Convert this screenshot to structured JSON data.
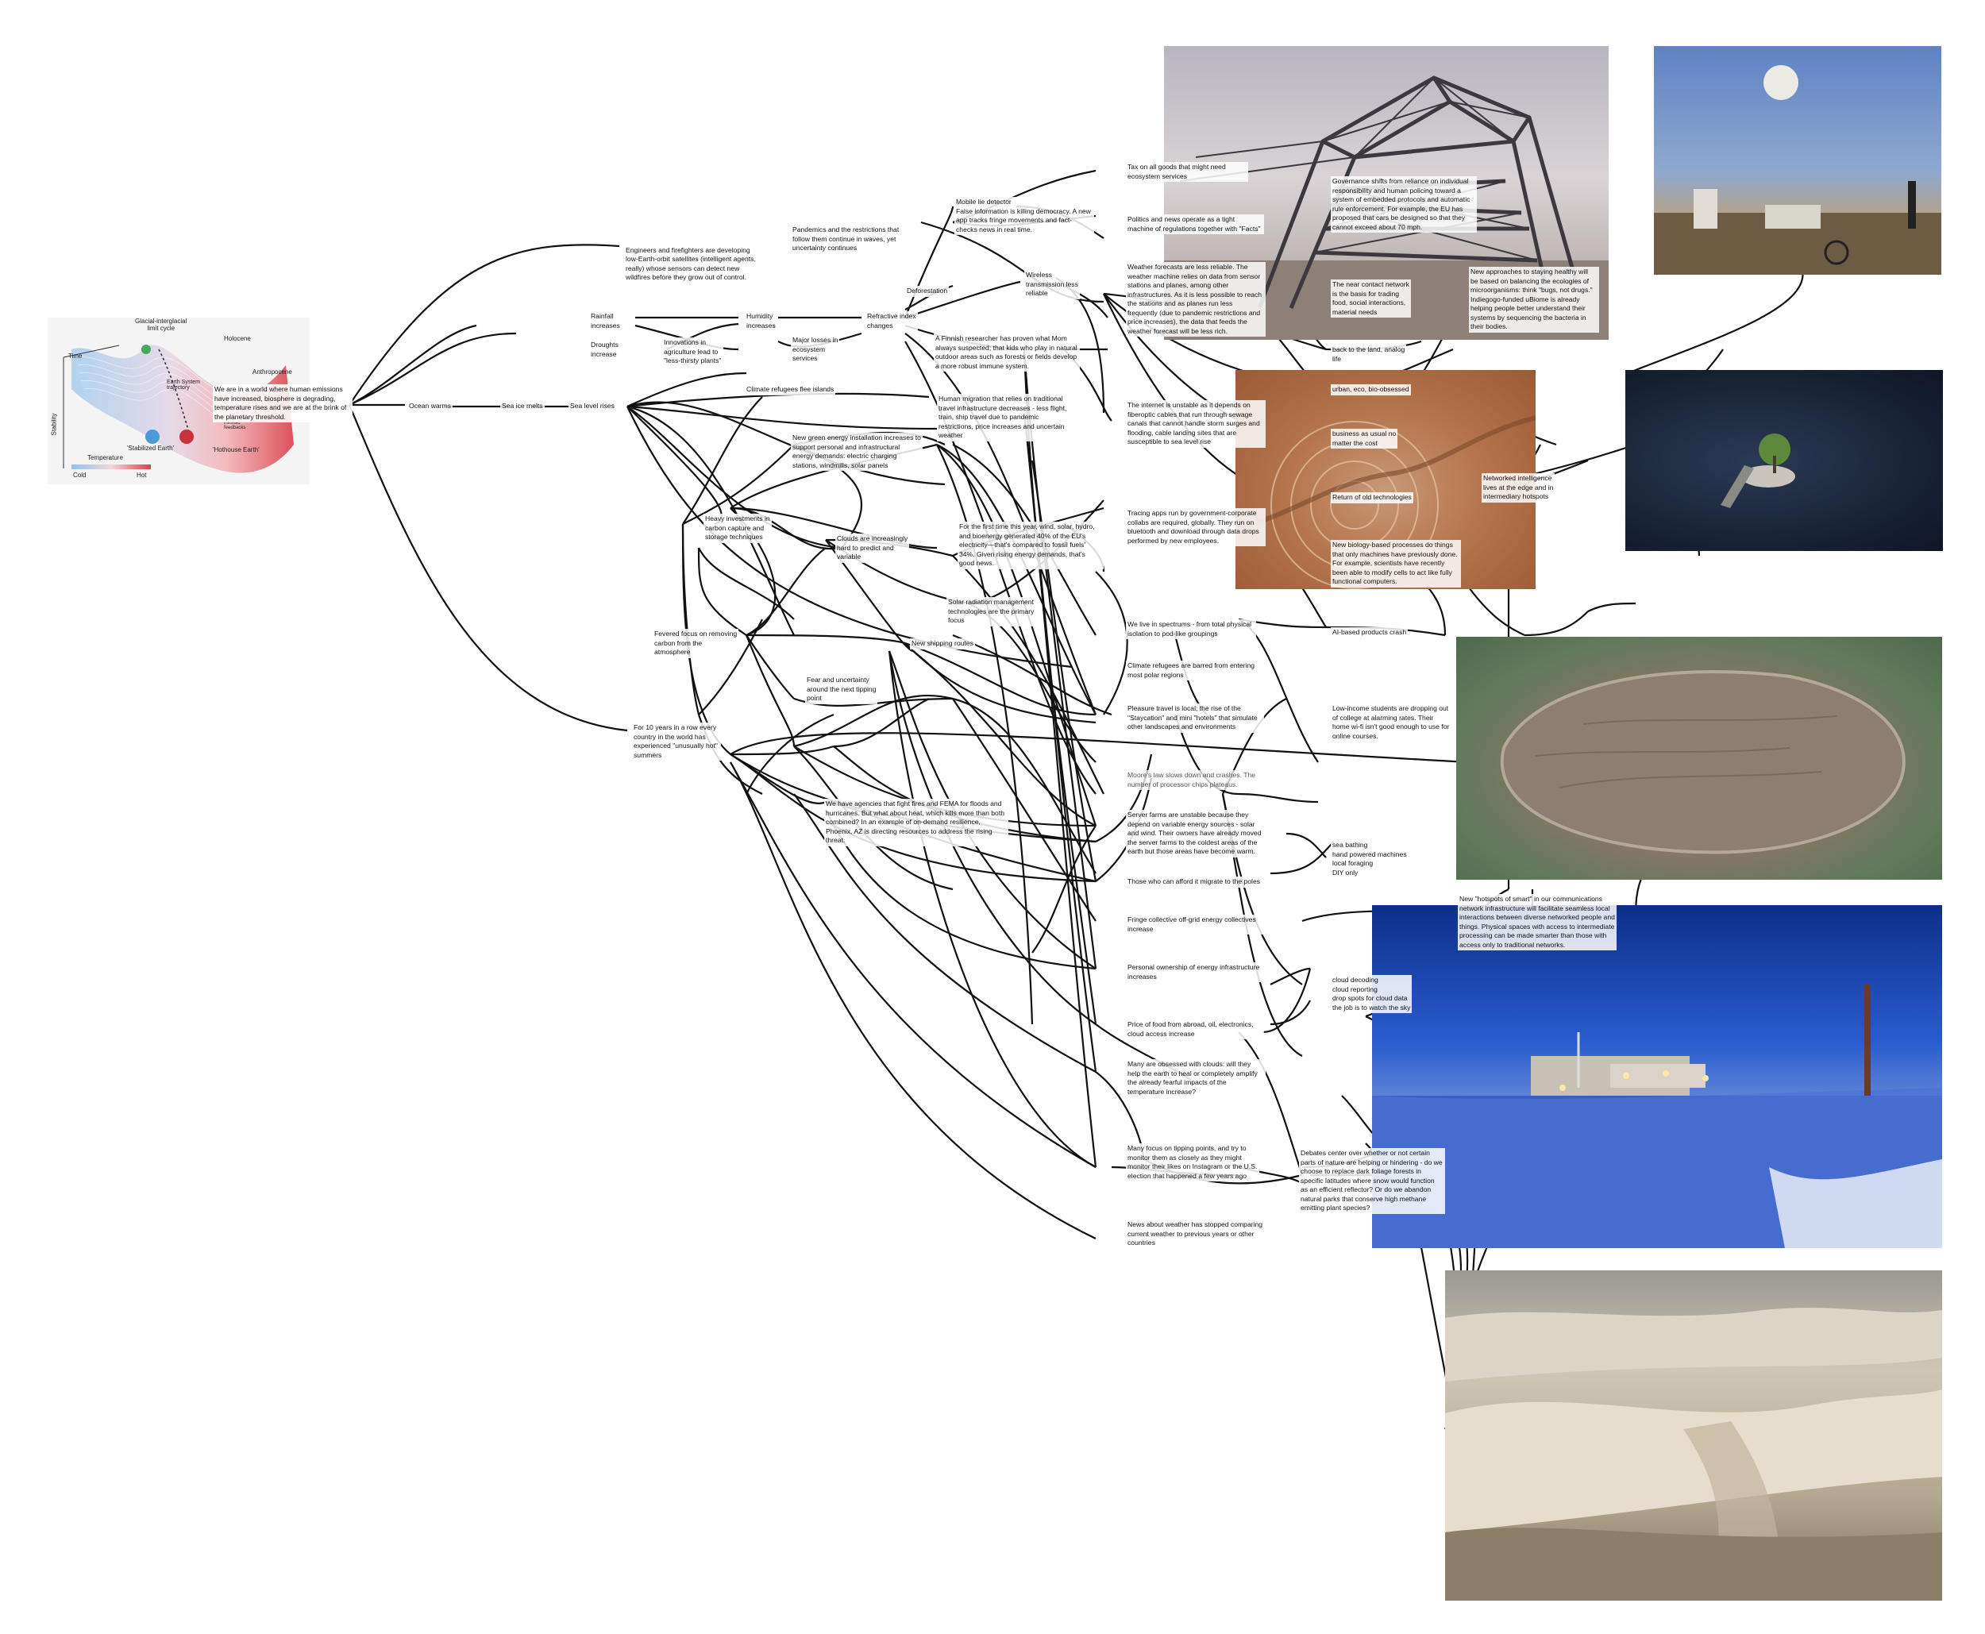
{
  "figure": {
    "title": "Glacial-interglacial\nlimit cycle",
    "holocene": "Holocene",
    "anthropocene": "Anthropocene",
    "time": "Time",
    "stability": "Stability",
    "earth_system": "Earth System\ntrajectory",
    "stabilized": "'Stabilized Earth'",
    "hothouse": "'Hothouse Earth'",
    "feedback": "intrinsic\nfeedbacks",
    "legend_title": "Temperature",
    "cold": "Cold",
    "hot": "Hot"
  },
  "notes": {
    "root": "We are in a world where human emissions have increased, biosphere is degrading, temperature rises and we are at the brink of the planetary threshold.",
    "ocean_warms": "Ocean warms",
    "sea_ice": "Sea ice melts",
    "sea_level": "Sea level rises",
    "engineers": "Engineers and firefighters are developing low-Earth-orbit satellites (intelligent agents, really) whose sensors can detect new wildfires before they grow out of control.",
    "rainfall": "Rainfall\nincreases",
    "droughts": "Droughts\nincrease",
    "innovations": "Innovations in\nagriculture lead to\n\"less-thirsty plants\"",
    "humidity": "Humidity\nincreases",
    "major_losses": "Major losses in\necosystem\nservices",
    "refractive": "Refractive index\nchanges",
    "deforestation": "Deforestation",
    "pandemics": "Pandemics and the restrictions that follow them continue in waves, yet uncertainty continues",
    "mobile_lie": "Mobile lie detector\nFalse information is killing democracy. A new app tracks fringe movements and fact-checks news in real time.",
    "wireless": "Wireless\ntransmission less\nreliable",
    "finnish": "A Finnish researcher has proven what Mom always suspected; that kids who play in natural outdoor areas such as forests or fields develop a more robust immune system.",
    "climate_refugees_flee": "Climate refugees flee islands",
    "human_migration": "Human migration that relies on traditional travel infrastructure decreases - less flight, train, ship travel due to pandemic restrictions, price increases and uncertain weather",
    "green_energy": "New green energy installation increases to support personal and infrastructural energy demands: electric charging stations, windmills, solar panels",
    "heavy_investments": "Heavy investments in\ncarbon capture and\nstorage techniques",
    "clouds_hard": "Clouds are increasingly\nhard to predict and\nvariable",
    "first_time": "For the first time this year, wind, solar, hydro, and bioenergy generated 40% of the EU's electricity—that's compared to fossil fuels' 34%. Given rising energy demands, that's good news.",
    "solar_radiation": "Solar radiation management\ntechnologies are the primary\nfocus",
    "fevered_focus": "Fevered focus on removing\ncarbon from the\natmosphere",
    "new_shipping": "New shipping routes",
    "fear_uncertainty": "Fear and uncertainty\naround the next tipping\npoint",
    "ten_years": "For 10 years in a row every country in the world has experienced \"unusually hot\" summers",
    "agencies": "We have agencies that fight fires and FEMA for floods and hurricanes. But what about heat, which kills more than both combined? In an example of on-demand resilience, Phoenix, AZ is directing resources to address the rising threat.",
    "tax": "Tax on all goods that might need ecosystem services",
    "politics": "Politics and news operate as a tight machine of regulations together with \"Facts\"",
    "governance": "Governance shifts from reliance on individual responsibility and human policing toward a system of embedded protocols and automatic rule enforcement. For example, the EU has proposed that cars be designed so that they cannot exceed about 70 mph.",
    "weather_forecasts": "Weather forecasts are less reliable. The weather machine relies on data from sensor stations and planes, among other infrastructures. As it is less possible to reach the stations and as planes run less frequently (due to pandemic restrictions and price increases), the data that feeds the weather forecast will be less rich.",
    "near_contact": "The near contact network\nis the basis for trading\nfood, social interactions,\nmaterial needs",
    "new_approaches": "New approaches to staying healthy will be based on balancing the ecologies of microorganisms: think \"bugs, not drugs.\" Indiegogo-funded uBiome is already helping people better understand their systems by sequencing the bacteria in their bodies.",
    "back_to_land": "back to the land, analog\nlife",
    "urban_eco": "urban, eco, bio-obsessed",
    "internet_unstable": "The internet is unstable as it depends on fiberoptic cables that run through sewage canals that cannot handle storm surges and flooding, cable landing sites that are susceptible to sea level rise",
    "business_usual": "business as usual no\nmatter the cost",
    "return_old": "Return of old technologies",
    "networked_intel": "Networked intelligence\nlives at the edge and in\nintermediary hotspots",
    "tracing_apps": "Tracing apps run by government-corporate collabs are required, globally. They run on bluetooth and download through data drops performed by new employees.",
    "new_biology": "New biology-based processes do things that only machines have previously done. For example, scientists have recently been able to modify cells to act like fully functional computers.",
    "spectrums": "We live in spectrums - from total physical isolation to pod-like groupings",
    "ai_crash": "AI-based products crash",
    "refugees_barred": "Climate refugees are barred from entering most polar regions",
    "pleasure_travel": "Pleasure travel is local; the rise of the \"Staycation\" and mini \"hotels\" that simulate other landscapes and environments",
    "low_income": "Low-income students are dropping out of college at alarming rates. Their home wi-fi isn't good enough to use for online courses.",
    "moores_law": "Moore's law slows down and crashes. The number of processor chips plateaus.",
    "server_farms": "Server farms are unstable because they depend on variable energy sources - solar and wind. Their owners have already moved the server farms to the coldest areas of the earth but those areas have become warm.",
    "sea_bathing": "sea bathing\nhand powered machines\nlocal foraging\nDIY only",
    "afford_migrate": "Those who can afford it migrate to the poles",
    "hotspots": "New \"hotspots of smart\" in our communications network infrastructure will facilitate seamless local interactions between diverse networked people and things. Physical spaces with access to intermediate processing can be made smarter than those with access only to traditional networks.",
    "fringe_collective": "Fringe collective off-grid energy collectives increase",
    "personal_ownership": "Personal ownership of energy infrastructure increases",
    "cloud_decoding": "cloud decoding\ncloud reporting\ndrop spots for cloud data\nthe job is to watch the sky",
    "price_food": "Price of food from abroad, oil, electronics, cloud access increase",
    "obsessed_clouds": "Many are obsessed with clouds: will they help the earth to heal or completely amplify the already fearful impacts of the temperature increase?",
    "tipping_points": "Many focus on tipping points, and try to monitor them as closely as they might monitor their likes on Instagram or the U.S. election that happened a few years ago",
    "debates": "Debates center over whether or not certain parts of nature are helping or hindering - do we choose to replace dark foliage forests in specific latitudes where snow would function as an efficient reflector? Or do we abandon natural parks that conserve high methane emitting plant species?",
    "news_weather": "News about weather has stopped comparing current weather to previous years or other countries"
  },
  "colors": {
    "link": "#2a59c9",
    "line": "#111111",
    "cold": "#8fc3ea",
    "hot": "#d9414a"
  }
}
